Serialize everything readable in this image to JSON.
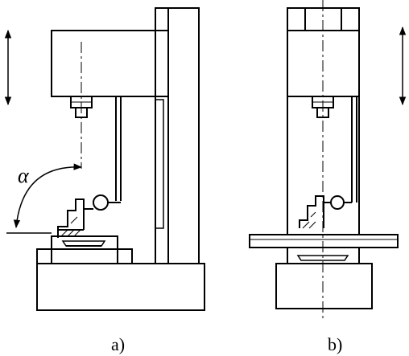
{
  "figure": {
    "caption_a": "a)",
    "caption_b": "b)",
    "angle_symbol": "α"
  },
  "colors": {
    "line": "#000000",
    "background": "#ffffff"
  },
  "icons": {
    "feed_arrow_left": "double-headed-vertical-arrow",
    "feed_arrow_right": "double-headed-vertical-arrow",
    "angle_arrow": "curved-arc-arrow",
    "dial_indicator": "dial-indicator-circle"
  }
}
